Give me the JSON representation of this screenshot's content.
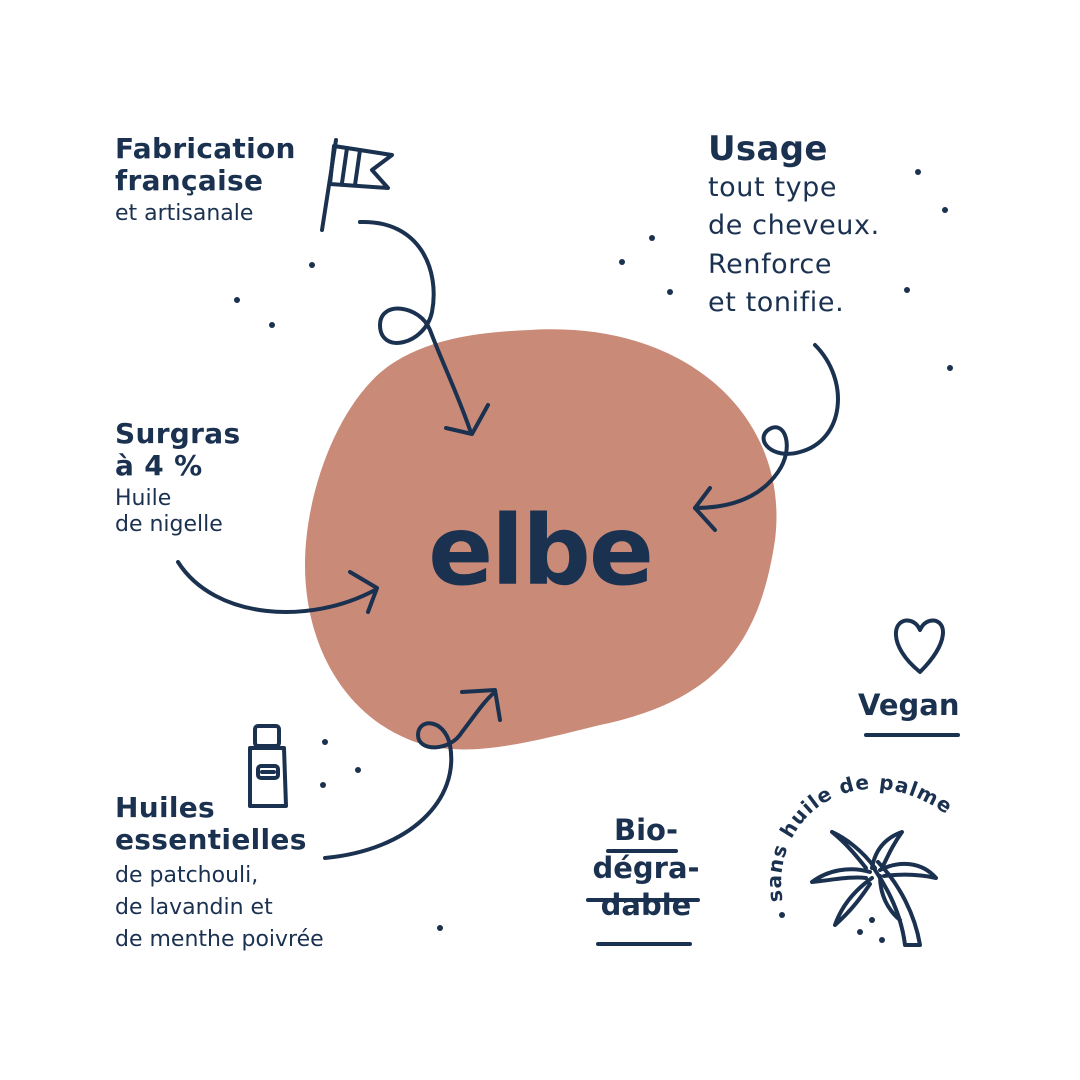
{
  "brand": "elbe",
  "fabrication": {
    "title1": "Fabrication",
    "title2": "française",
    "sub": "et artisanale"
  },
  "usage": {
    "title": "Usage",
    "lines": [
      "tout type",
      "de cheveux.",
      "Renforce",
      "et tonifie."
    ]
  },
  "surgras": {
    "title1": "Surgras",
    "title2": "à 4 %",
    "sub1": "Huile",
    "sub2": "de nigelle"
  },
  "huiles": {
    "title1": "Huiles",
    "title2": "essentielles",
    "sub1": "de patchouli,",
    "sub2": "de lavandin et",
    "sub3": "de menthe poivrée"
  },
  "badges": {
    "vegan": "Vegan",
    "bio": [
      "Bio-",
      "dégra-",
      "dable"
    ],
    "palm": "sans huile de palme"
  },
  "colors": {
    "navy": "#1b3150",
    "blob": "#c98a78",
    "background": "#ffffff"
  },
  "icons": [
    "flag-icon",
    "bottle-icon",
    "heart-icon",
    "palm-tree-icon"
  ]
}
